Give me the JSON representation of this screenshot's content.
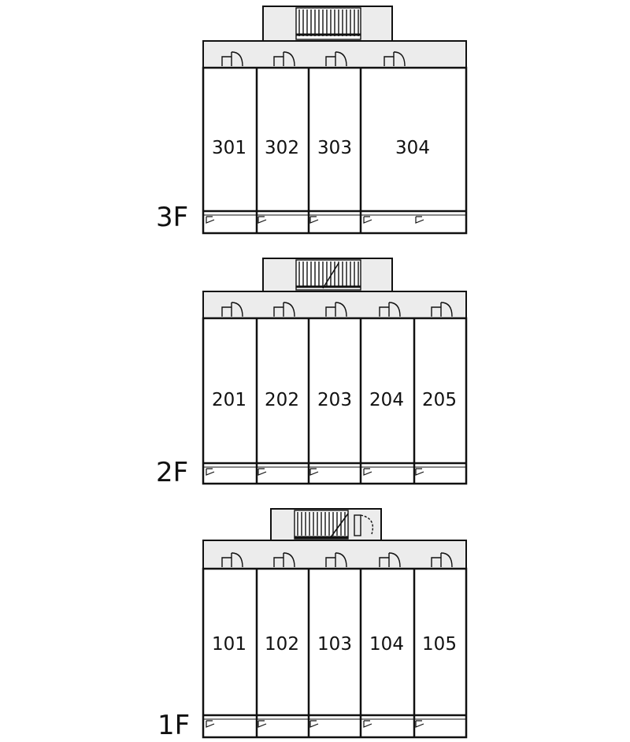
{
  "floors": [
    {
      "label": "3F",
      "units": [
        "301",
        "302",
        "303",
        "304"
      ]
    },
    {
      "label": "2F",
      "units": [
        "201",
        "202",
        "203",
        "204",
        "205"
      ]
    },
    {
      "label": "1F",
      "units": [
        "101",
        "102",
        "103",
        "104",
        "105"
      ]
    }
  ],
  "colors": {
    "line": "#111111",
    "corridor": "#ececec",
    "background": "#ffffff"
  }
}
